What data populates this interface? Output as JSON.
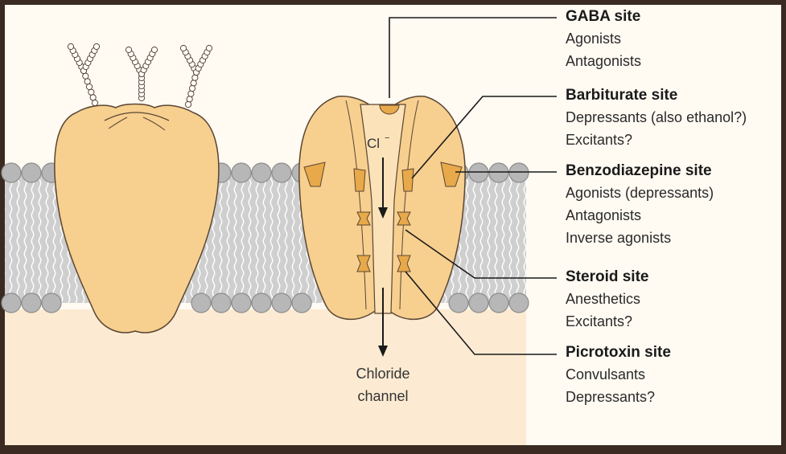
{
  "channel": {
    "ion_symbol": "Cl",
    "ion_charge": "−",
    "caption_line1": "Chloride",
    "caption_line2": "channel"
  },
  "sites": [
    {
      "title": "GABA site",
      "items": [
        "Agonists",
        "Antagonists"
      ]
    },
    {
      "title": "Barbiturate site",
      "items": [
        "Depressants (also ethanol?)",
        "Excitants?"
      ]
    },
    {
      "title": "Benzodiazepine site",
      "items": [
        "Agonists (depressants)",
        "Antagonists",
        "Inverse agonists"
      ]
    },
    {
      "title": "Steroid site",
      "items": [
        "Anesthetics",
        "Excitants?"
      ]
    },
    {
      "title": "Picrotoxin site",
      "items": [
        "Convulsants",
        "Depressants?"
      ]
    }
  ],
  "colors": {
    "frame": "#3a2a22",
    "background": "#fffaf2",
    "extracellular": "#fffaf2",
    "intracellular": "#fcebd2",
    "protein": "#f7cf8f",
    "protein_light": "#fbe2b8",
    "protein_outline": "#5a4632",
    "binding_site": "#e8a94a",
    "lipid_head": "#b7b7b7",
    "lipid_tail_bg": "#d2d2d2"
  }
}
